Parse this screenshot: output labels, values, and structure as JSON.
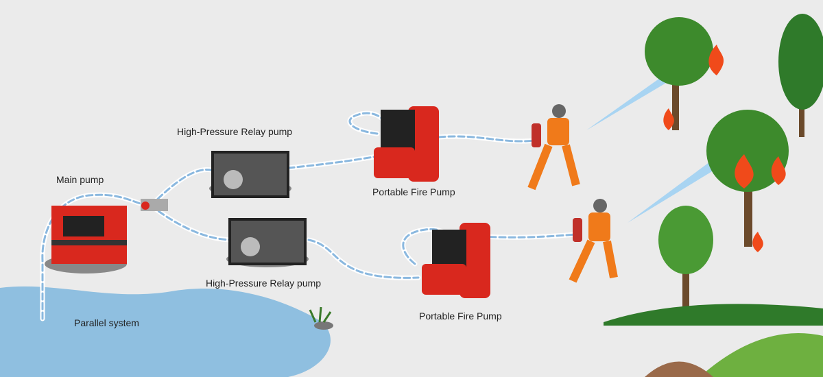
{
  "labels": {
    "main_pump": "Main pump",
    "relay_pump_top": "High-Pressure Relay pump",
    "relay_pump_bottom": "High-Pressure Relay pump",
    "portable_pump_top": "Portable Fire Pump",
    "portable_pump_bottom": "Portable Fire Pump",
    "parallel_system": "Parallel system"
  },
  "colors": {
    "background": "#ebebeb",
    "water": "#8fbfe0",
    "hose": "#ffffff",
    "hose_dash": "#8ab8df",
    "pump_red": "#d9281e",
    "tree_green": "#3d8a2c",
    "suit_orange": "#f07a1a",
    "fire": "#f04a1a"
  }
}
